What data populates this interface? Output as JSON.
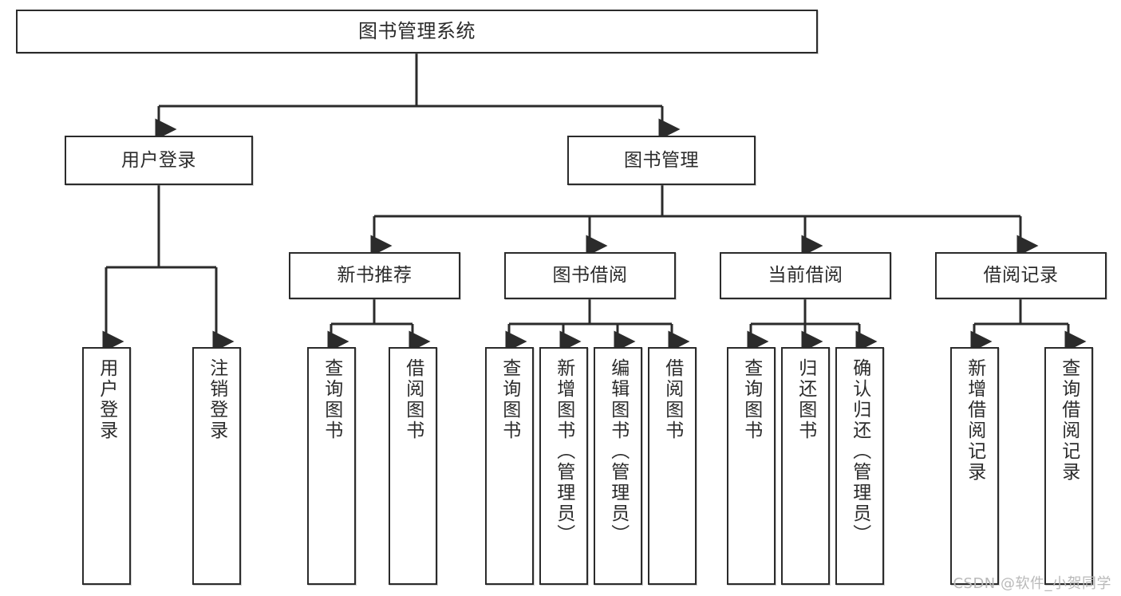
{
  "diagram": {
    "type": "tree",
    "title": "图书管理系统",
    "watermark": "CSDN @软件_小贺同学",
    "nodes": {
      "root": {
        "label": "图书管理系统"
      },
      "level2": [
        {
          "id": "user-login",
          "label": "用户登录"
        },
        {
          "id": "book-manage",
          "label": "图书管理"
        }
      ],
      "level3": [
        {
          "id": "new-book-recommend",
          "label": "新书推荐"
        },
        {
          "id": "book-borrow",
          "label": "图书借阅"
        },
        {
          "id": "current-borrow",
          "label": "当前借阅"
        },
        {
          "id": "borrow-record",
          "label": "借阅记录"
        }
      ],
      "leaves": {
        "user_login": [
          {
            "id": "leaf-user-login",
            "label": "用户登录"
          },
          {
            "id": "leaf-logout-login",
            "label": "注销登录"
          }
        ],
        "new_book_recommend": [
          {
            "id": "leaf-query-book-1",
            "label": "查询图书"
          },
          {
            "id": "leaf-borrow-book-1",
            "label": "借阅图书"
          }
        ],
        "book_borrow": [
          {
            "id": "leaf-query-book-2",
            "label": "查询图书"
          },
          {
            "id": "leaf-add-book",
            "label": "新增图书（管理员）"
          },
          {
            "id": "leaf-edit-book",
            "label": "编辑图书（管理员）"
          },
          {
            "id": "leaf-borrow-book-2",
            "label": "借阅图书"
          }
        ],
        "current_borrow": [
          {
            "id": "leaf-query-book-3",
            "label": "查询图书"
          },
          {
            "id": "leaf-return-book",
            "label": "归还图书"
          },
          {
            "id": "leaf-confirm-return",
            "label": "确认归还（管理员）"
          }
        ],
        "borrow_record": [
          {
            "id": "leaf-add-record",
            "label": "新增借阅记录"
          },
          {
            "id": "leaf-query-record",
            "label": "查询借阅记录"
          }
        ]
      }
    },
    "colors": {
      "stroke": "#2b2b2b",
      "fill": "#ffffff",
      "watermark": "#b9b9b9"
    }
  }
}
